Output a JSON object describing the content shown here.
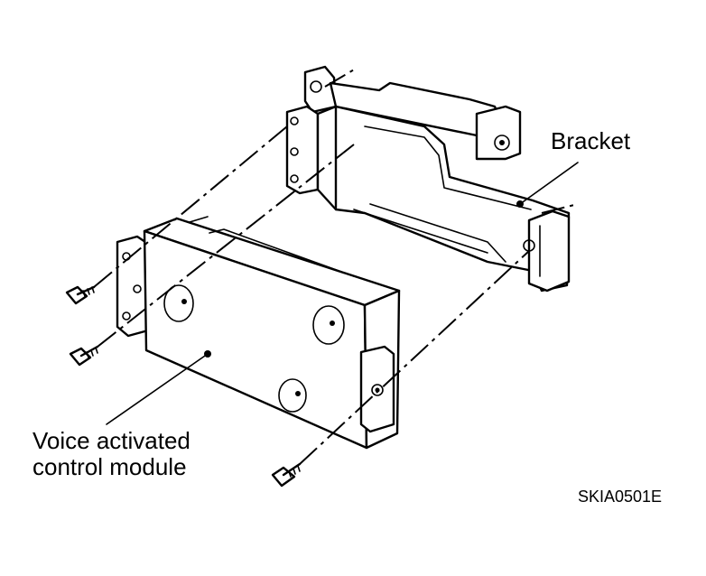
{
  "labels": {
    "bracket": "Bracket",
    "module_line1": "Voice activated",
    "module_line2": "control module",
    "figure_code": "SKIA0501E"
  },
  "colors": {
    "line": "#000000",
    "background": "#ffffff"
  }
}
